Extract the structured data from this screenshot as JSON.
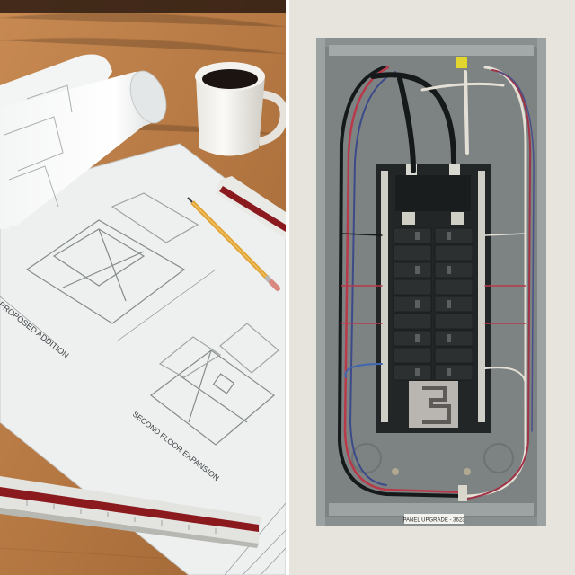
{
  "image": {
    "layout": "side-by-side photo composite",
    "left_photo": {
      "subject": "architectural blueprints on wooden desk",
      "texts": {
        "plan_1_title": "PROPOSED ADDITION",
        "plan_2_title": "SECOND FLOOR EXPANSION"
      },
      "objects": [
        "rolled-blueprint",
        "blueprint-sheet",
        "coffee-mug",
        "pencil",
        "scale-ruler-top",
        "scale-ruler-bottom"
      ]
    },
    "right_photo": {
      "subject": "open residential electrical breaker panel",
      "texts": {
        "panel_label": "PANEL UPGRADE - 3623"
      },
      "objects": [
        "panel-enclosure",
        "main-breaker",
        "breaker-rows",
        "wire-bundles",
        "neutral-bars",
        "wire-nut"
      ],
      "breaker_rows": 9
    },
    "colors": {
      "wood": "#b77a46",
      "paper": "#eef0f0",
      "panel_gray": "#7d8283",
      "breaker_black": "#1f2223",
      "wire_red": "#b83a4a",
      "wire_white": "#e4e0d6",
      "wire_black": "#16191a",
      "wall": "#e7e4dd",
      "ruler_red": "#8b1a1e"
    }
  }
}
